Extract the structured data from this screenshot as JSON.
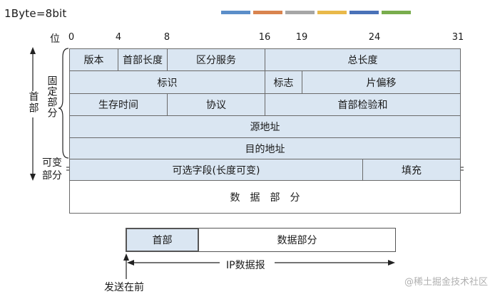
{
  "note": "1Byte=8bit",
  "swatches": [
    {
      "color": "#5b8ec9"
    },
    {
      "color": "#d9844f"
    },
    {
      "color": "#a6a6a6"
    },
    {
      "color": "#e9b94a"
    },
    {
      "color": "#4a72b8"
    },
    {
      "color": "#79ad4d"
    }
  ],
  "bit_axis": {
    "label": "位",
    "ticks": [
      "0",
      "4",
      "8",
      "16",
      "19",
      "24",
      "31"
    ]
  },
  "side_labels": {
    "header": "首部",
    "fixed": "固定部分",
    "variable": "可变部分"
  },
  "header_rows": {
    "row1": {
      "version": "版本",
      "ihl": "首部长度",
      "dscp": "区分服务",
      "total_length": "总长度"
    },
    "row2": {
      "identification": "标识",
      "flags": "标志",
      "fragment_offset": "片偏移"
    },
    "row3": {
      "ttl": "生存时间",
      "protocol": "协议",
      "checksum": "首部检验和"
    },
    "row4": {
      "source": "源地址"
    },
    "row5": {
      "destination": "目的地址"
    },
    "row6": {
      "options": "可选字段(长度可变)",
      "padding": "填充"
    }
  },
  "data_part": "数据部分",
  "packet": {
    "header": "首部",
    "data": "数据部分",
    "datagram_label": "IP数据报",
    "send_first": "发送在前"
  },
  "watermark": "@稀土掘金技术社区"
}
